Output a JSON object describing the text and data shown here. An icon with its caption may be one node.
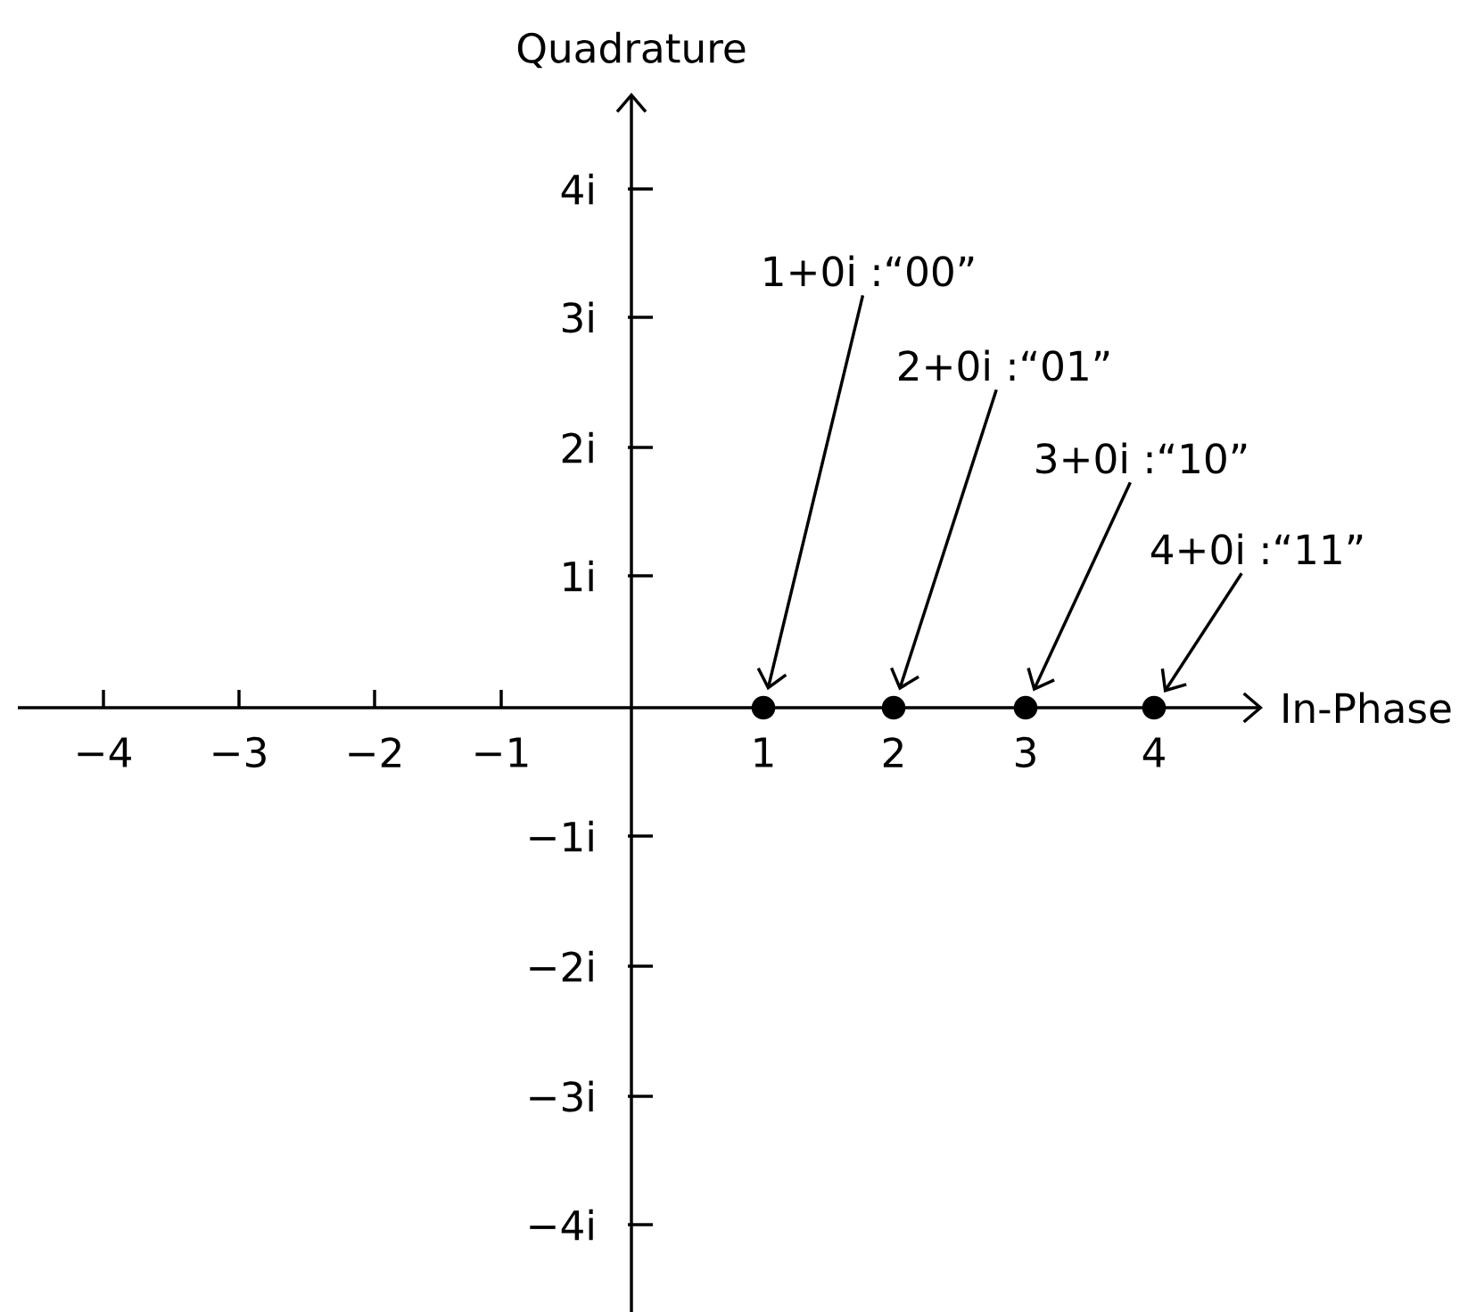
{
  "diagram": {
    "nodes": [
      {
        "text": [
          "1+0i :“00”"
        ]
      },
      {
        "text": [
          "2+0i :“01”"
        ]
      },
      {
        "text": [
          "3+0i :“10”"
        ]
      },
      {
        "text": [
          "4+0i :“11”"
        ]
      },
      {
        "text": [],
        "shape": "circle"
      },
      {
        "text": [],
        "shape": "circle"
      },
      {
        "text": [],
        "shape": "circle"
      },
      {
        "text": [],
        "shape": "circle"
      }
    ],
    "edges": [
      {
        "from": 0,
        "to": 4,
        "arrow": "to"
      },
      {
        "from": 1,
        "to": 5,
        "arrow": "to"
      },
      {
        "from": 2,
        "to": 6,
        "arrow": "to"
      },
      {
        "from": 3,
        "to": 7,
        "arrow": "to"
      }
    ],
    "labels": [
      "Quadrature",
      "4i",
      "3i",
      "2i",
      "1i",
      "In-Phase",
      "−4",
      "−3",
      "−2",
      "−1",
      "1",
      "2",
      "3",
      "4",
      "−1i",
      "−2i",
      "−3i",
      "−4i"
    ]
  }
}
